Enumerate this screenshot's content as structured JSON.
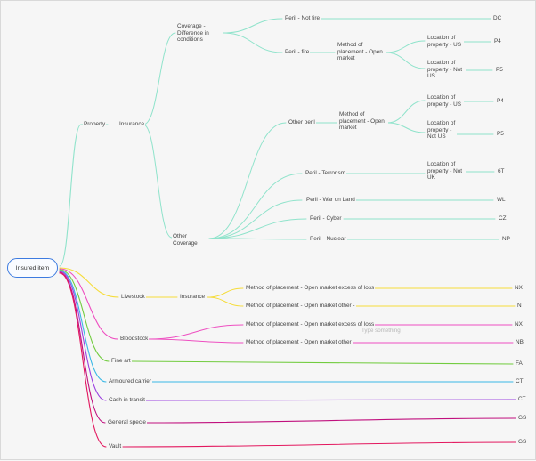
{
  "root": "Insured item",
  "hint_text": "Type something",
  "colors": {
    "teal": "#8fe3cb",
    "yellow": "#f5dc3a",
    "pink": "#ee4fc1",
    "green": "#72cc3f",
    "cyan": "#3ab8e6",
    "purple": "#9b40e0",
    "magenta": "#c0107e",
    "red": "#e3185f",
    "root_border": "#3d7be0"
  },
  "labels": {
    "property": "Property",
    "insurance_1": "Insurance",
    "coverage_diff": "Coverage - Difference in conditions",
    "peril_not_fire": "Peril - Not fire",
    "dc": "DC",
    "peril_fire": "Peril - fire",
    "mop_open_1": "Method of placement - Open market",
    "loc_us_1": "Location of property - US",
    "p4_1": "P4",
    "loc_not_us_1": "Location of property - Not US",
    "p5_1": "P5",
    "other_coverage": "Other Coverage",
    "other_peril": "Other peril",
    "mop_open_2": "Method of placement - Open market",
    "loc_us_2": "Location of property - US",
    "p4_2": "P4",
    "loc_not_us_2": "Location of property - Not US",
    "p5_2": "P5",
    "peril_terrorism": "Peril - Terrorism",
    "loc_not_uk": "Location of property - Not UK",
    "t6": "6T",
    "peril_war": "Peril - War on Land",
    "wl": "WL",
    "peril_cyber": "Peril - Cyber",
    "cz": "CZ",
    "peril_nuclear": "Peril - Nuclear",
    "np": "NP",
    "livestock": "Livestock",
    "insurance_2": "Insurance",
    "mop_xl_1": "Method of placement - Open market excess of loss",
    "nx_1": "NX",
    "mop_other_1": "Method of placement - Open market other -",
    "n": "N",
    "bloodstock": "Bloodstock",
    "mop_xl_2": "Method of placement - Open market excess of loss",
    "nx_2": "NX",
    "mop_other_2": "Method of placement - Open market other",
    "nb": "NB",
    "fine_art": "Fine art",
    "fa": "FA",
    "armoured_carrier": "Armoured carrier",
    "ct_1": "CT",
    "cash_in_transit": "Cash in transit",
    "ct_2": "CT",
    "general_specie": "General specie",
    "gs_1": "GS",
    "vault": "Vault",
    "gs_2": "GS"
  }
}
